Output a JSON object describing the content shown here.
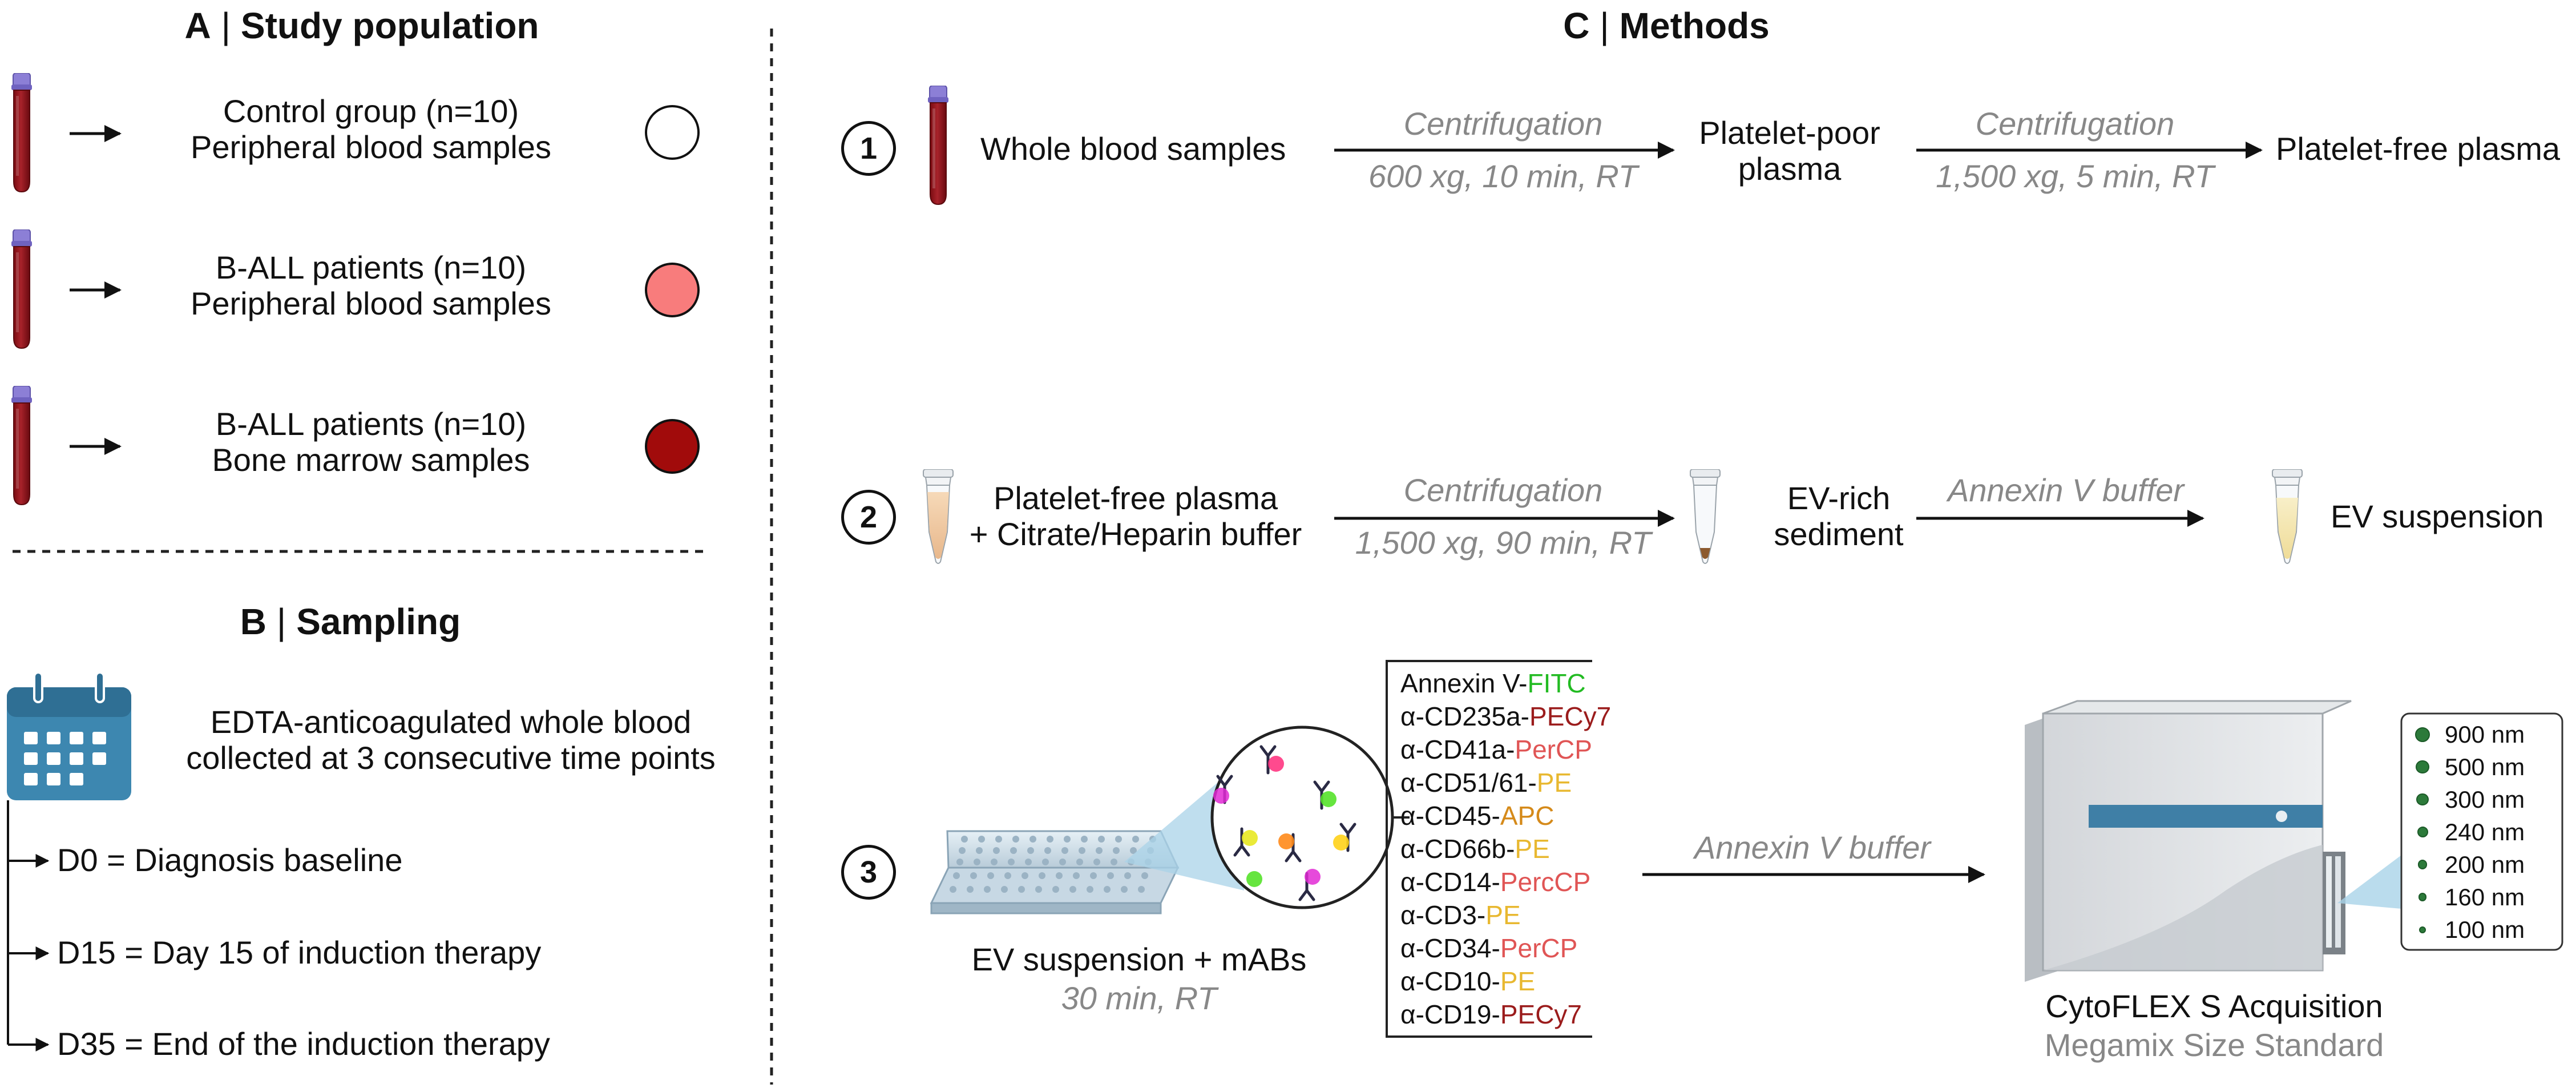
{
  "panel_a": {
    "title_letter": "A",
    "title_text": "Study population",
    "groups": [
      {
        "line1": "Control group (n=10)",
        "line2": "Peripheral blood samples",
        "color": "#ffffff"
      },
      {
        "line1": "B-ALL patients (n=10)",
        "line2": "Peripheral blood samples",
        "color": "#f87c7c"
      },
      {
        "line1": "B-ALL patients (n=10)",
        "line2": "Bone marrow samples",
        "color": "#a10b0b"
      }
    ]
  },
  "panel_b": {
    "title_letter": "B",
    "title_text": "Sampling",
    "description_line1": "EDTA-anticoagulated whole blood",
    "description_line2": "collected at 3 consecutive time points",
    "timepoints": [
      "D0 = Diagnosis baseline",
      "D15 = Day 15 of induction therapy",
      "D35 = End of the induction therapy"
    ]
  },
  "panel_c": {
    "title_letter": "C",
    "title_text": "Methods",
    "step1": {
      "number": "1",
      "start": "Whole blood samples",
      "arrow1_top": "Centrifugation",
      "arrow1_bottom": "600 xg, 10 min, RT",
      "mid_line1": "Platelet-poor",
      "mid_line2": "plasma",
      "arrow2_top": "Centrifugation",
      "arrow2_bottom": "1,500 xg, 5 min, RT",
      "end": "Platelet-free plasma"
    },
    "step2": {
      "number": "2",
      "start_line1": "Platelet-free plasma",
      "start_line2": "+ Citrate/Heparin buffer",
      "arrow1_top": "Centrifugation",
      "arrow1_bottom": "1,500 xg, 90 min, RT",
      "mid_line1": "EV-rich",
      "mid_line2": "sediment",
      "arrow2_top": "Annexin V buffer",
      "end": "EV suspension"
    },
    "step3": {
      "number": "3",
      "plate_line1": "EV suspension + mABs",
      "plate_line2": "30 min, RT",
      "antibodies": [
        {
          "name": "Annexin V-",
          "dye": "FITC",
          "color": "#22bb22"
        },
        {
          "name": "α-CD235a-",
          "dye": "PECy7",
          "color": "#9b1c1c"
        },
        {
          "name": "α-CD41a-",
          "dye": "PerCP",
          "color": "#e05555"
        },
        {
          "name": "α-CD51/61-",
          "dye": "PE",
          "color": "#e8b830"
        },
        {
          "name": "α-CD45-",
          "dye": "APC",
          "color": "#d58a1a"
        },
        {
          "name": "α-CD66b-",
          "dye": "PE",
          "color": "#e8b830"
        },
        {
          "name": "α-CD14-",
          "dye": "PercCP",
          "color": "#e05555"
        },
        {
          "name": "α-CD3-",
          "dye": "PE",
          "color": "#e8b830"
        },
        {
          "name": "α-CD34-",
          "dye": "PerCP",
          "color": "#e05555"
        },
        {
          "name": "α-CD10-",
          "dye": "PE",
          "color": "#e8b830"
        },
        {
          "name": "α-CD19-",
          "dye": "PECy7",
          "color": "#9b1c1c"
        }
      ],
      "arrow_label": "Annexin V buffer",
      "instrument": "CytoFLEX S Acquisition",
      "standard": "Megamix Size Standard",
      "sizes": [
        "900 nm",
        "500 nm",
        "300 nm",
        "240 nm",
        "200 nm",
        "160 nm",
        "100 nm"
      ]
    }
  }
}
